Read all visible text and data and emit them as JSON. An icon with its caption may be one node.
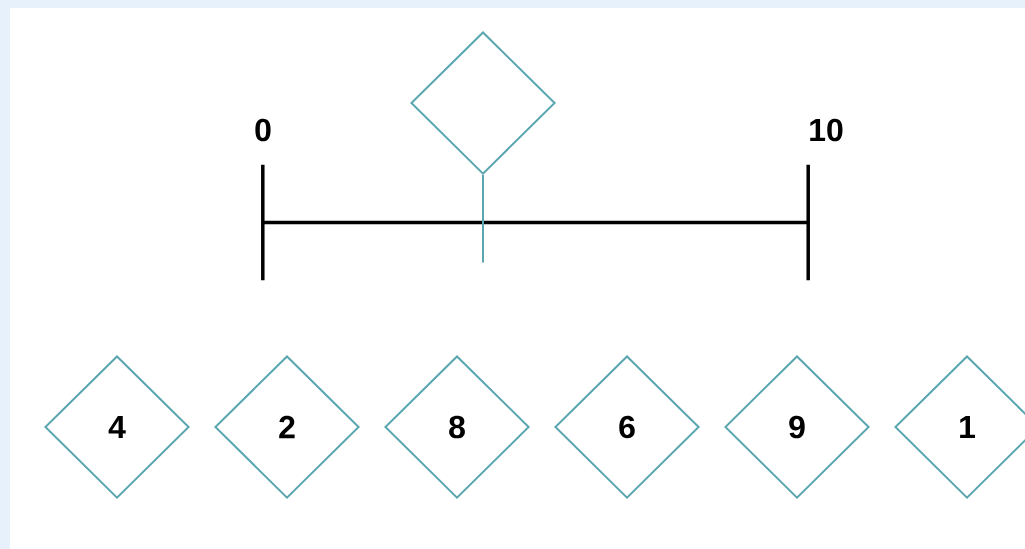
{
  "diagram": {
    "nodes": [
      {
        "text": [],
        "shape": "diamond"
      },
      {
        "text": [],
        "shape": "bar"
      },
      {
        "text": [
          "4"
        ]
      },
      {
        "text": [
          "2"
        ]
      },
      {
        "text": [
          "8"
        ]
      },
      {
        "text": [
          "6"
        ]
      },
      {
        "text": [
          "9"
        ]
      },
      {
        "text": [
          "1"
        ]
      }
    ],
    "edges": [
      {
        "from": 0,
        "to": 1,
        "arrow": "none"
      }
    ],
    "labels": [
      "0",
      "10"
    ]
  }
}
